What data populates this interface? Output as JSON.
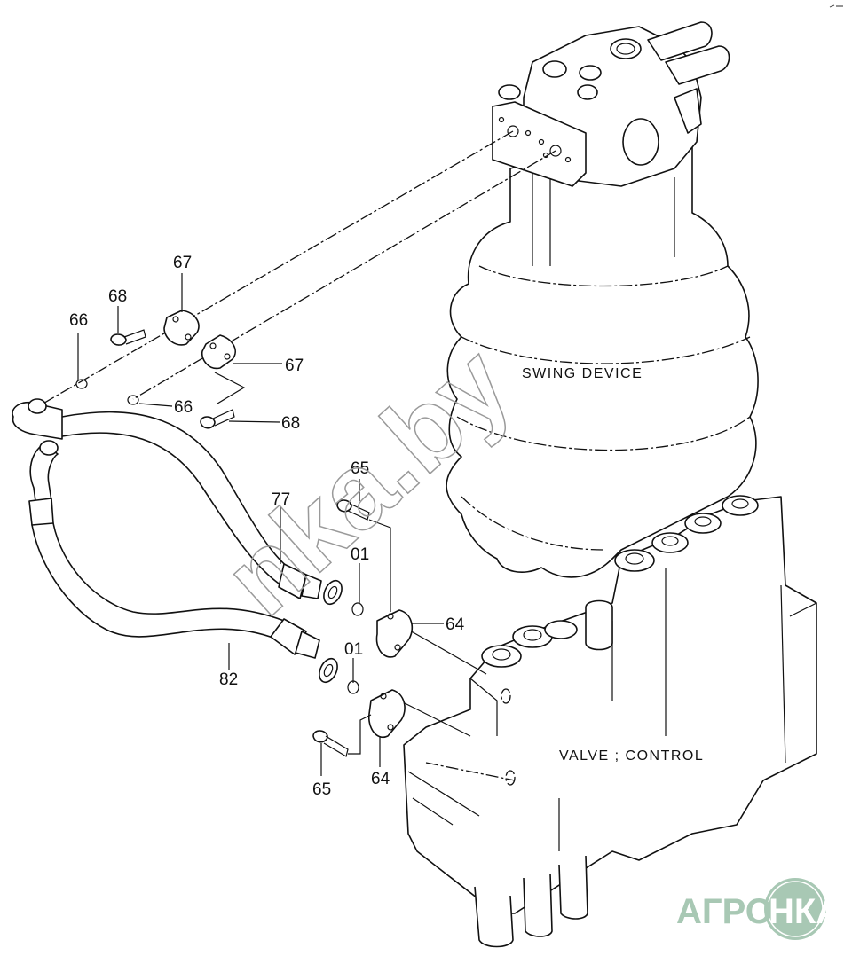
{
  "diagram": {
    "components": {
      "swing_device": "SWING DEVICE",
      "valve_control": "VALVE ; CONTROL"
    },
    "part_labels": [
      {
        "id": "p67a",
        "text": "67"
      },
      {
        "id": "p68a",
        "text": "68"
      },
      {
        "id": "p66a",
        "text": "66"
      },
      {
        "id": "p67b",
        "text": "67"
      },
      {
        "id": "p66b",
        "text": "66"
      },
      {
        "id": "p68b",
        "text": "68"
      },
      {
        "id": "p65a",
        "text": "65"
      },
      {
        "id": "p77",
        "text": "77"
      },
      {
        "id": "p01a",
        "text": "01"
      },
      {
        "id": "p64a",
        "text": "64"
      },
      {
        "id": "p01b",
        "text": "01"
      },
      {
        "id": "p82",
        "text": "82"
      },
      {
        "id": "p65b",
        "text": "65"
      },
      {
        "id": "p64b",
        "text": "64"
      }
    ]
  },
  "watermark": {
    "text": "nka.by"
  },
  "logo": {
    "left": "АГРО",
    "right": "НКА",
    "color": "#a8c8b4"
  }
}
